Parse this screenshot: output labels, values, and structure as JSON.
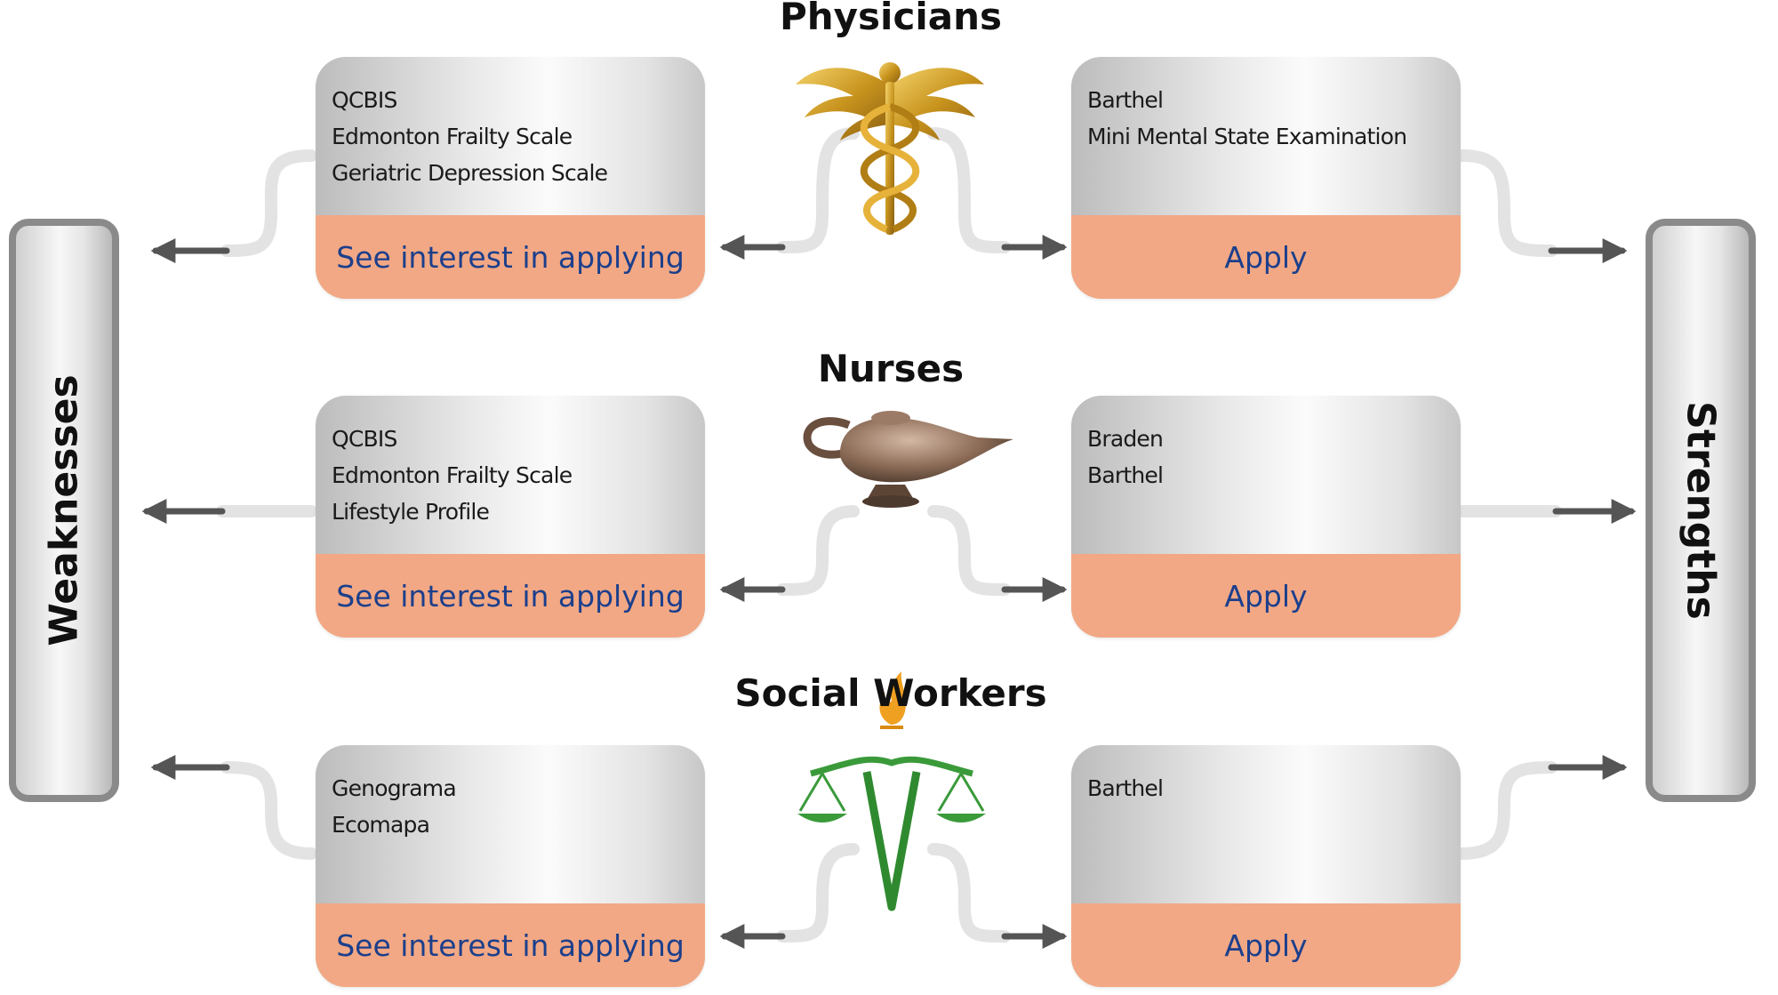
{
  "side_labels": {
    "left": "Weaknesses",
    "right": "Strengths"
  },
  "professions": [
    {
      "title": "Physicians",
      "icon": "caduceus-icon",
      "weaknesses": {
        "items": [
          "QCBIS",
          "Edmonton Frailty Scale",
          "Geriatric Depression Scale"
        ],
        "footer": "See interest in applying"
      },
      "strengths": {
        "items": [
          "Barthel",
          "Mini Mental State Examination"
        ],
        "footer": "Apply"
      }
    },
    {
      "title": "Nurses",
      "icon": "oil-lamp-icon",
      "weaknesses": {
        "items": [
          "QCBIS",
          "Edmonton Frailty Scale",
          "Lifestyle Profile"
        ],
        "footer": "See interest in applying"
      },
      "strengths": {
        "items": [
          "Braden",
          "Barthel"
        ],
        "footer": "Apply"
      }
    },
    {
      "title": "Social Workers",
      "icon": "scales-of-justice-icon",
      "weaknesses": {
        "items": [
          "Genograma",
          "Ecomapa"
        ],
        "footer": "See interest in applying"
      },
      "strengths": {
        "items": [
          "Barthel"
        ],
        "footer": "Apply"
      }
    }
  ],
  "colors": {
    "footer_fill": "#f2a884",
    "footer_text": "#1c3f8c",
    "panel_border": "#8a8a8a",
    "connector": "#e3e3e3",
    "arrow": "#555555",
    "caduceus": "#c8941e",
    "lamp": "#8a6a55",
    "scales": "#3a9a3a",
    "flame": "#f0a020"
  }
}
